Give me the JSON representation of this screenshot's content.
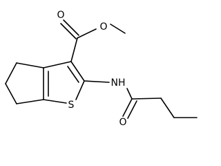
{
  "molecule": {
    "atoms": {
      "carbonyl_o": "O",
      "ester_o": "O",
      "sulfur": "S",
      "nh": "NH",
      "amide_o": "O"
    }
  },
  "colors": {
    "background": "#ffffff",
    "line": "#000000"
  }
}
